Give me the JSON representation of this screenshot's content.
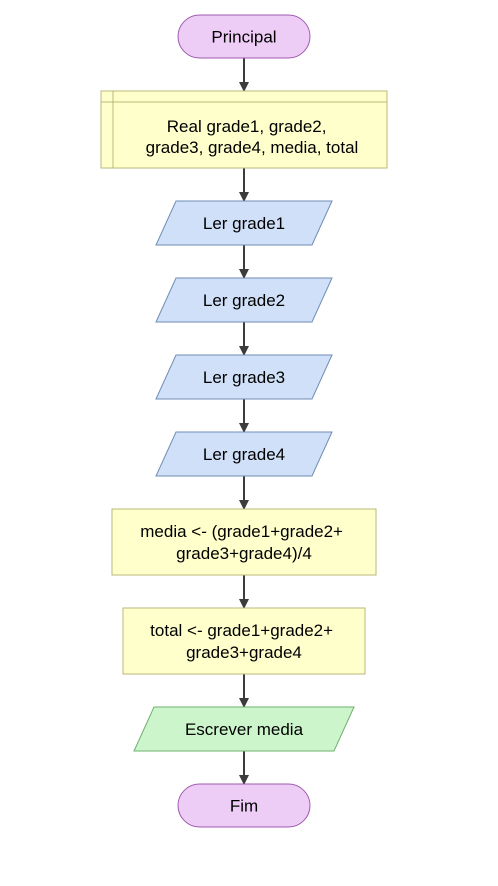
{
  "flowchart": {
    "colors": {
      "terminal_fill": "#EDCCF5",
      "terminal_stroke": "#A05BB0",
      "declare_fill": "#FFFFCC",
      "declare_stroke": "#B8B87A",
      "input_fill": "#CFE0F8",
      "input_stroke": "#6F8DB5",
      "process_fill": "#FFFFCC",
      "process_stroke": "#B8B87A",
      "output_fill": "#CCF5CC",
      "output_stroke": "#6FB06F",
      "arrow": "#3C3C3C"
    },
    "nodes": [
      {
        "id": "start",
        "type": "terminal",
        "lines": [
          "Principal"
        ]
      },
      {
        "id": "declare",
        "type": "declaration",
        "lines": [
          "Real grade1, grade2,",
          "grade3, grade4, media, total"
        ]
      },
      {
        "id": "read1",
        "type": "input",
        "lines": [
          "Ler grade1"
        ]
      },
      {
        "id": "read2",
        "type": "input",
        "lines": [
          "Ler grade2"
        ]
      },
      {
        "id": "read3",
        "type": "input",
        "lines": [
          "Ler grade3"
        ]
      },
      {
        "id": "read4",
        "type": "input",
        "lines": [
          "Ler grade4"
        ]
      },
      {
        "id": "assign-media",
        "type": "process",
        "lines": [
          "media <- (grade1+grade2+",
          "grade3+grade4)/4"
        ]
      },
      {
        "id": "assign-total",
        "type": "process",
        "lines": [
          "total <- grade1+grade2+",
          "grade3+grade4"
        ]
      },
      {
        "id": "write-media",
        "type": "output",
        "lines": [
          "Escrever media"
        ]
      },
      {
        "id": "end",
        "type": "terminal",
        "lines": [
          "Fim"
        ]
      }
    ]
  }
}
